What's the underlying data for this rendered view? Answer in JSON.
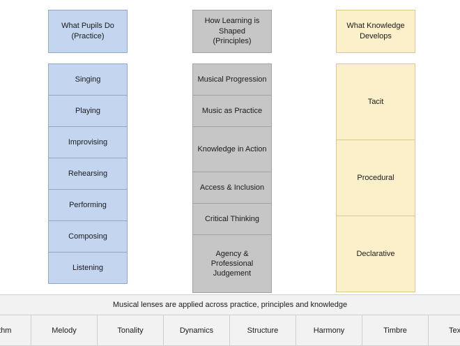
{
  "columns": [
    {
      "id": "practice",
      "header": "What Pupils Do\n(Practice)",
      "header_line1": "What Pupils Do",
      "header_line2": "(Practice)",
      "accent": "#c3d5ef",
      "border": "#8fa8c8",
      "items": [
        {
          "label": "Singing",
          "height": 45
        },
        {
          "label": "Playing",
          "height": 45
        },
        {
          "label": "Improvising",
          "height": 45
        },
        {
          "label": "Rehearsing",
          "height": 45
        },
        {
          "label": "Performing",
          "height": 45
        },
        {
          "label": "Composing",
          "height": 45
        },
        {
          "label": "Listening",
          "height": 45
        }
      ]
    },
    {
      "id": "principles",
      "header": "How Learning is\nShaped\n(Principles)",
      "header_line1": "How Learning is",
      "header_line2": "Shaped",
      "header_line3": "(Principles)",
      "accent": "#c6c6c6",
      "border": "#a2a2a2",
      "items": [
        {
          "label": "Musical Progression",
          "height": 45
        },
        {
          "label": "Music as Practice",
          "height": 45
        },
        {
          "label": "Knowledge in Action",
          "height": 65
        },
        {
          "label": "Access & Inclusion",
          "height": 45
        },
        {
          "label": "Critical Thinking",
          "height": 45
        },
        {
          "label": "Agency & Professional Judgement",
          "height": 83
        }
      ]
    },
    {
      "id": "knowledge",
      "header": "What Knowledge\nDevelops",
      "header_line1": "What Knowledge",
      "header_line2": "Develops",
      "accent": "#fcf0cb",
      "border": "#d8c98f",
      "items": [
        {
          "label": "Tacit",
          "height": 109
        },
        {
          "label": "Procedural",
          "height": 109
        },
        {
          "label": "Declarative",
          "height": 109
        }
      ]
    }
  ],
  "lens_band": {
    "caption": "Musical lenses are applied across practice, principles and knowledge",
    "lenses": [
      "Rhythm",
      "Melody",
      "Tonality",
      "Dynamics",
      "Structure",
      "Harmony",
      "Timbre",
      "Texture"
    ]
  }
}
